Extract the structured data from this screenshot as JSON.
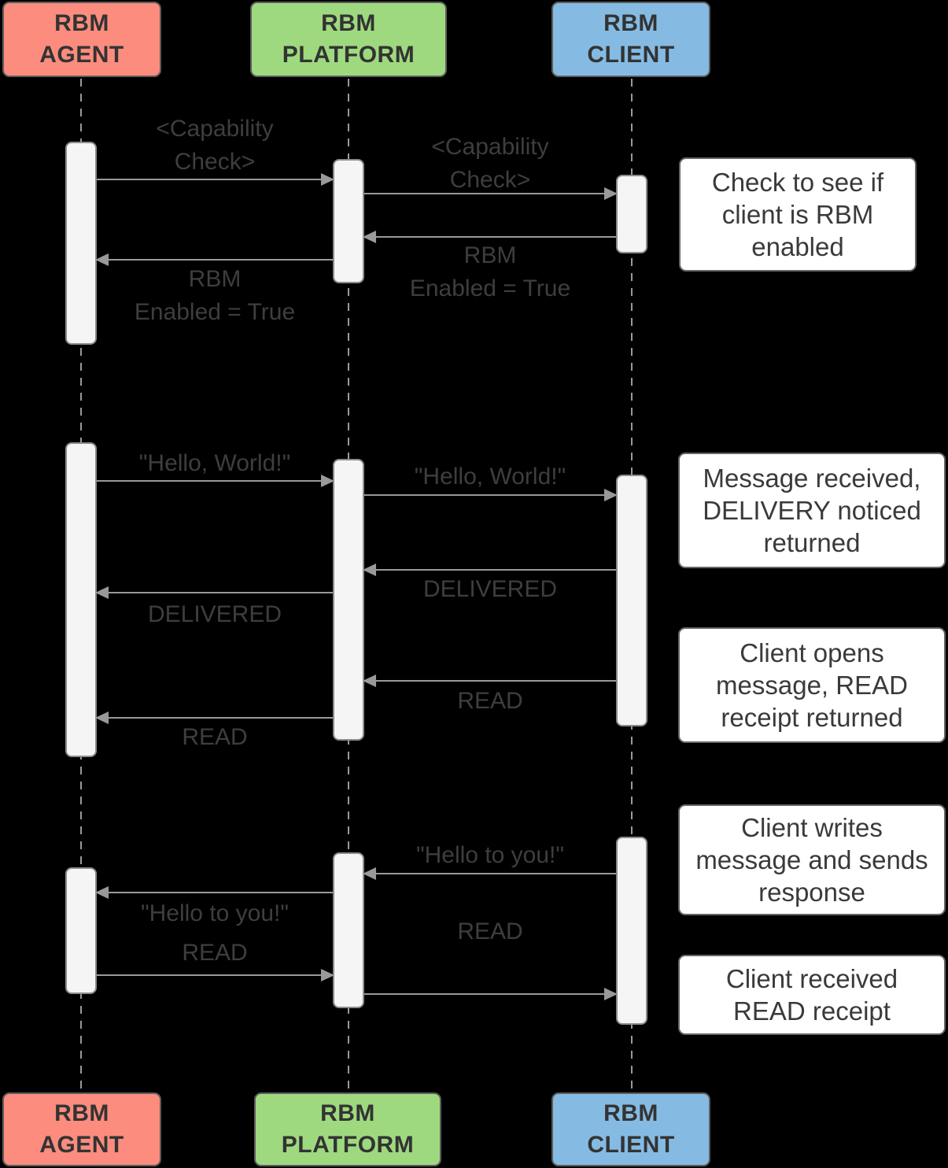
{
  "diagram": {
    "type": "sequence-diagram",
    "background_color": "#000000",
    "colors": {
      "agent_fill": "#FB8C7E",
      "platform_fill": "#9ED97F",
      "client_fill": "#85BBE3",
      "actor_border": "#5C5C5C",
      "actor_text": "#333333",
      "arrow_line": "#999999",
      "activation_fill": "#F5F5F5",
      "activation_border": "#8C8C8C",
      "note_background": "#FFFFFF",
      "note_border": "#666666",
      "note_text": "#3A3A3A",
      "message_text": "#3E3E3E"
    },
    "actors": [
      {
        "id": "agent",
        "label": "RBM\nAGENT"
      },
      {
        "id": "platform",
        "label": "RBM\nPLATFORM"
      },
      {
        "id": "client",
        "label": "RBM\nCLIENT"
      }
    ],
    "messages": [
      {
        "from": "agent",
        "to": "platform",
        "label": "<Capability\nCheck>"
      },
      {
        "from": "platform",
        "to": "client",
        "label": "<Capability\nCheck>"
      },
      {
        "from": "client",
        "to": "platform",
        "label": "RBM\nEnabled = True"
      },
      {
        "from": "platform",
        "to": "agent",
        "label": "RBM\nEnabled = True"
      },
      {
        "from": "agent",
        "to": "platform",
        "label": "\"Hello, World!\""
      },
      {
        "from": "platform",
        "to": "client",
        "label": "\"Hello, World!\""
      },
      {
        "from": "client",
        "to": "platform",
        "label": "DELIVERED"
      },
      {
        "from": "platform",
        "to": "agent",
        "label": "DELIVERED"
      },
      {
        "from": "client",
        "to": "platform",
        "label": "READ"
      },
      {
        "from": "platform",
        "to": "agent",
        "label": "READ"
      },
      {
        "from": "client",
        "to": "platform",
        "label": "\"Hello to you!\""
      },
      {
        "from": "platform",
        "to": "agent",
        "label": "\"Hello to you!\""
      },
      {
        "from": "agent",
        "to": "platform",
        "label": "READ"
      },
      {
        "from": "platform",
        "to": "client",
        "label": "READ"
      }
    ],
    "notes": [
      {
        "text": "Check to see if\nclient is RBM\nenabled"
      },
      {
        "text": "Message received,\nDELIVERY noticed\nreturned"
      },
      {
        "text": "Client opens\nmessage, READ\nreceipt returned"
      },
      {
        "text": "Client writes\nmessage and sends\nresponse"
      },
      {
        "text": "Client received\nREAD receipt"
      }
    ]
  }
}
